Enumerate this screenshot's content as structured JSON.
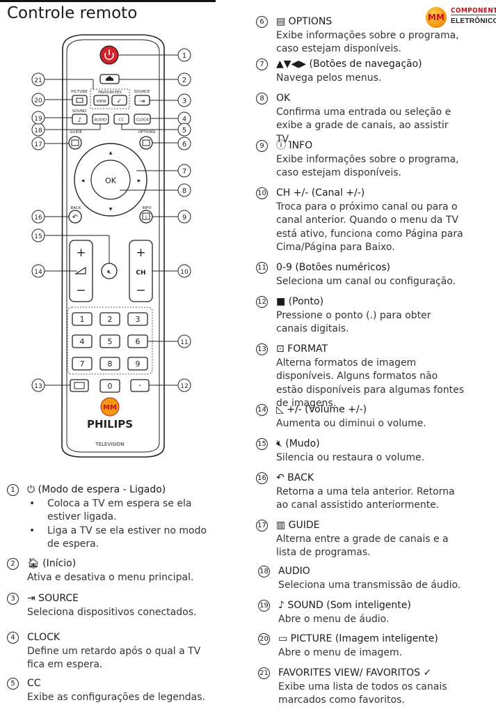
{
  "page_title": "Controle remoto",
  "logo": {
    "badge": "MM",
    "line1": "COMPONENTES",
    "line2": "ELETRÔNICOS"
  },
  "remote": {
    "labels": {
      "favourites": "FAVOURITES",
      "picture": "PICTURE",
      "source": "SOURCE",
      "view": "VIEW",
      "check": "✓",
      "sound": "SOUND",
      "audio": "AUDIO",
      "cc": "CC",
      "clock": "CLOCK",
      "guide": "GUIDE",
      "options": "OPTIONS",
      "ok": "OK",
      "back": "BACK",
      "info": "INFO",
      "plus": "+",
      "minus": "−",
      "ch": "CH",
      "keys": [
        "1",
        "2",
        "3",
        "4",
        "5",
        "6",
        "7",
        "8",
        "9",
        "0",
        "·"
      ],
      "brand": "PHILIPS",
      "model": "TELEVISION",
      "badge": "MM"
    },
    "callouts": [
      "1",
      "2",
      "3",
      "4",
      "5",
      "6",
      "7",
      "8",
      "9",
      "10",
      "11",
      "12",
      "13",
      "14",
      "15",
      "16",
      "17",
      "18",
      "19",
      "20",
      "21"
    ]
  },
  "left_items": [
    {
      "num": "1",
      "head": "⏻ (Modo de espera - Ligado)",
      "bullets": [
        "Coloca a TV em espera se ela estiver ligada.",
        "Liga a TV se ela estiver no modo de espera."
      ]
    },
    {
      "num": "2",
      "head": "🏠︎ (Início)",
      "desc": "Ativa e desativa o menu principal."
    },
    {
      "num": "3",
      "head": "⇥ SOURCE",
      "desc": "Seleciona dispositivos conectados."
    },
    {
      "num": "4",
      "head": "CLOCK",
      "desc": "Define um retardo após o qual a TV fica em espera."
    },
    {
      "num": "5",
      "head": "CC",
      "desc": "Exibe as configurações de legendas."
    }
  ],
  "right_items": [
    {
      "num": "6",
      "head": "▤ OPTIONS",
      "desc": "Exibe informações sobre o programa, caso estejam disponíveis."
    },
    {
      "num": "7",
      "head": "▲▼◀▶ (Botões de navegação)",
      "desc": "Navega pelos menus."
    },
    {
      "num": "8",
      "head": "OK",
      "desc": "Confirma uma entrada ou seleção e exibe a grade de canais, ao assistir TV."
    },
    {
      "num": "9",
      "head": "ⓘ INFO",
      "desc": "Exibe informações sobre o programa, caso estejam disponíveis."
    },
    {
      "num": "10",
      "head": "CH +/- (Canal +/-)",
      "desc": "Troca para o próximo canal ou para o canal anterior. Quando o menu da TV está ativo, funciona como Página para Cima/Página para Baixo."
    },
    {
      "num": "11",
      "head": "0-9 (Botões numéricos)",
      "desc": "Seleciona um canal  ou configuração."
    },
    {
      "num": "12",
      "head": "■ (Ponto)",
      "desc": "Pressione o ponto (.) para obter canais digitais."
    },
    {
      "num": "13",
      "head": "⊡ FORMAT",
      "desc": "Alterna formatos de imagem disponíveis. Alguns formatos não estão disponíveis para algumas fontes de imagens."
    },
    {
      "num": "14",
      "head": "◺ +/- (Volume +/-)",
      "desc": "Aumenta ou diminui o volume."
    },
    {
      "num": "15",
      "head": "🔇︎ (Mudo)",
      "desc": "Silencia ou restaura o volume."
    },
    {
      "num": "16",
      "head": "↶ BACK",
      "desc": "Retorna a uma tela anterior. Retorna ao canal assistido anteriormente."
    },
    {
      "num": "17",
      "head": "▥ GUIDE",
      "desc": "Alterna entre a grade de canais e a lista de programas."
    },
    {
      "num": "18",
      "head": "AUDIO",
      "desc": "Seleciona uma transmissão de áudio."
    },
    {
      "num": "19",
      "head": "♪ SOUND (Som inteligente)",
      "desc": "Abre o menu de áudio."
    },
    {
      "num": "20",
      "head": "▭ PICTURE (Imagem inteligente)",
      "desc": "Abre o menu de imagem."
    },
    {
      "num": "21",
      "head": "FAVORITES VIEW/ FAVORITOS ✓",
      "desc": "Exibe uma lista de todos os canais marcados como favoritos."
    }
  ],
  "colors": {
    "power": "#d4202a",
    "brand_red": "#c8101c",
    "badge_orange": "#f39a12",
    "text": "#1a1a1a"
  }
}
